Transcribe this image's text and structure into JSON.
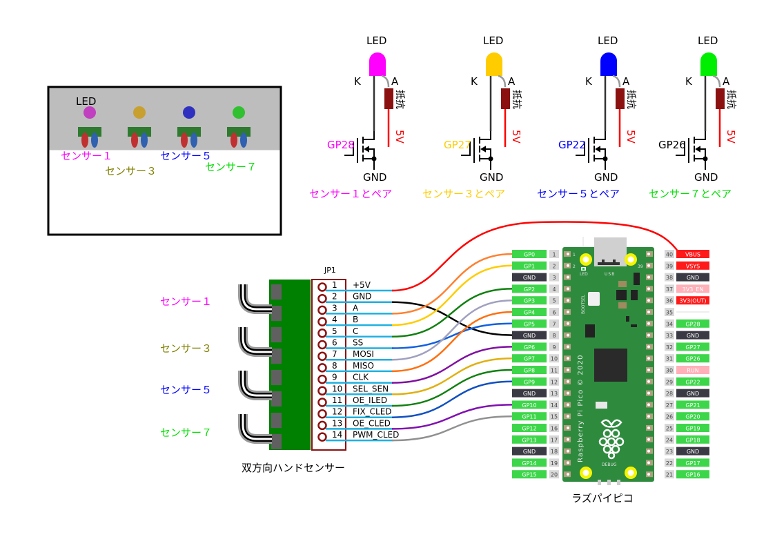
{
  "colors": {
    "magenta": "#ff00ff",
    "olive": "#808000",
    "blue": "#0000ff",
    "green": "#00e000",
    "yellow": "#ffcc00",
    "red": "#ff0000",
    "resistor": "#8b1010",
    "pcb": "#008000",
    "pico_board": "#2e8b3e",
    "pin_green": "#3dd64a",
    "pin_dark": "#3a3a44",
    "pin_red": "#ff1a1a",
    "pin_pink": "#ffb0b8",
    "jp_outline": "#8b1010",
    "trace_cyan": "#1fb0e0"
  },
  "overview": {
    "led_label": "LED",
    "leds": [
      {
        "color": "#c040c0"
      },
      {
        "color": "#c8a030"
      },
      {
        "color": "#3030c0"
      },
      {
        "color": "#30c030"
      }
    ],
    "sensor_labels": [
      {
        "text": "センサー１",
        "color": "#ff00ff"
      },
      {
        "text": "センサー３",
        "color": "#808000"
      },
      {
        "text": "センサー５",
        "color": "#0000ff"
      },
      {
        "text": "センサー７",
        "color": "#00e000"
      }
    ]
  },
  "led_circuits": [
    {
      "led_label": "LED",
      "k": "K",
      "a": "A",
      "resistor": "抵抗",
      "supply": "5V",
      "gnd": "GND",
      "gate": "GP28",
      "gate_color": "#ff00ff",
      "led_color": "#ff00ff",
      "pair": "センサー１とペア",
      "pair_color": "#ff00ff"
    },
    {
      "led_label": "LED",
      "k": "K",
      "a": "A",
      "resistor": "抵抗",
      "supply": "5V",
      "gnd": "GND",
      "gate": "GP27",
      "gate_color": "#ffcc00",
      "led_color": "#ffcc00",
      "pair": "センサー３とペア",
      "pair_color": "#ffcc00"
    },
    {
      "led_label": "LED",
      "k": "K",
      "a": "A",
      "resistor": "抵抗",
      "supply": "5V",
      "gnd": "GND",
      "gate": "GP22",
      "gate_color": "#0000ff",
      "led_color": "#0000ff",
      "pair": "センサー５とペア",
      "pair_color": "#0000ff"
    },
    {
      "led_label": "LED",
      "k": "K",
      "a": "A",
      "resistor": "抵抗",
      "supply": "5V",
      "gnd": "GND",
      "gate": "GP26",
      "gate_color": "#000000",
      "led_color": "#00ee00",
      "pair": "センサー７とペア",
      "pair_color": "#00e000"
    }
  ],
  "hand_sensor": {
    "title": "双方向ハンドセンサー",
    "sensor_labels": [
      {
        "text": "センサー１",
        "color": "#ff00ff"
      },
      {
        "text": "センサー３",
        "color": "#808000"
      },
      {
        "text": "センサー５",
        "color": "#0000ff"
      },
      {
        "text": "センサー７",
        "color": "#00e000"
      }
    ]
  },
  "connector": {
    "name": "JP1",
    "pins": [
      {
        "num": "1",
        "label": "+5V",
        "wire": "#ff0000",
        "to_pico": 40
      },
      {
        "num": "2",
        "label": "GND",
        "wire": "#000000",
        "to_pico": 8
      },
      {
        "num": "3",
        "label": "A",
        "wire": "#ff8030",
        "to_pico": 1
      },
      {
        "num": "4",
        "label": "B",
        "wire": "#ffcc00",
        "to_pico": 2
      },
      {
        "num": "5",
        "label": "C",
        "wire": "#108010",
        "to_pico": 4
      },
      {
        "num": "6",
        "label": "SS",
        "wire": "#1060e0",
        "to_pico": 7
      },
      {
        "num": "7",
        "label": "MOSI",
        "wire": "#a0a0c0",
        "to_pico": 5
      },
      {
        "num": "8",
        "label": "MISO",
        "wire": "#ff7010",
        "to_pico": 6
      },
      {
        "num": "9",
        "label": "CLK",
        "wire": "#8010a0",
        "to_pico": 9
      },
      {
        "num": "10",
        "label": "SEL_SEN",
        "wire": "#e0b010",
        "to_pico": 10
      },
      {
        "num": "11",
        "label": "OE_ILED",
        "wire": "#108010",
        "to_pico": 11
      },
      {
        "num": "12",
        "label": "FIX_CLED",
        "wire": "#1050c0",
        "to_pico": 12
      },
      {
        "num": "13",
        "label": "OE_CLED",
        "wire": "#8010b0",
        "to_pico": 14
      },
      {
        "num": "14",
        "label": "PWM_CLED",
        "wire": "#909090",
        "to_pico": 15
      }
    ]
  },
  "pico": {
    "title": "ラズパイピコ",
    "silk_text": "Raspberry Pi Pico © 2020",
    "usb_label": "USB",
    "led_label": "LED",
    "bootsel_label": "BOOTSEL",
    "debug_label": "DEBUG",
    "left_pins": [
      {
        "num": "1",
        "name": "GP0",
        "type": "gp"
      },
      {
        "num": "2",
        "name": "GP1",
        "type": "gp"
      },
      {
        "num": "3",
        "name": "GND",
        "type": "gnd"
      },
      {
        "num": "4",
        "name": "GP2",
        "type": "gp"
      },
      {
        "num": "5",
        "name": "GP3",
        "type": "gp"
      },
      {
        "num": "6",
        "name": "GP4",
        "type": "gp"
      },
      {
        "num": "7",
        "name": "GP5",
        "type": "gp"
      },
      {
        "num": "8",
        "name": "GND",
        "type": "gnd"
      },
      {
        "num": "9",
        "name": "GP6",
        "type": "gp"
      },
      {
        "num": "10",
        "name": "GP7",
        "type": "gp"
      },
      {
        "num": "11",
        "name": "GP8",
        "type": "gp"
      },
      {
        "num": "12",
        "name": "GP9",
        "type": "gp"
      },
      {
        "num": "13",
        "name": "GND",
        "type": "gnd"
      },
      {
        "num": "14",
        "name": "GP10",
        "type": "gp"
      },
      {
        "num": "15",
        "name": "GP11",
        "type": "gp"
      },
      {
        "num": "16",
        "name": "GP12",
        "type": "gp"
      },
      {
        "num": "17",
        "name": "GP13",
        "type": "gp"
      },
      {
        "num": "18",
        "name": "GND",
        "type": "gnd"
      },
      {
        "num": "19",
        "name": "GP14",
        "type": "gp"
      },
      {
        "num": "20",
        "name": "GP15",
        "type": "gp"
      }
    ],
    "right_pins": [
      {
        "num": "40",
        "name": "VBUS",
        "type": "pwr"
      },
      {
        "num": "39",
        "name": "VSYS",
        "type": "pwr"
      },
      {
        "num": "38",
        "name": "GND",
        "type": "gnd"
      },
      {
        "num": "37",
        "name": "3V3_EN",
        "type": "pink"
      },
      {
        "num": "36",
        "name": "3V3(OUT)",
        "type": "pwr"
      },
      {
        "num": "35",
        "name": "",
        "type": "none"
      },
      {
        "num": "34",
        "name": "GP28",
        "type": "gp"
      },
      {
        "num": "33",
        "name": "GND",
        "type": "gnd"
      },
      {
        "num": "32",
        "name": "GP27",
        "type": "gp"
      },
      {
        "num": "31",
        "name": "GP26",
        "type": "gp"
      },
      {
        "num": "30",
        "name": "RUN",
        "type": "pink"
      },
      {
        "num": "29",
        "name": "GP22",
        "type": "gp"
      },
      {
        "num": "28",
        "name": "GND",
        "type": "gnd"
      },
      {
        "num": "27",
        "name": "GP21",
        "type": "gp"
      },
      {
        "num": "26",
        "name": "GP20",
        "type": "gp"
      },
      {
        "num": "25",
        "name": "GP19",
        "type": "gp"
      },
      {
        "num": "24",
        "name": "GP18",
        "type": "gp"
      },
      {
        "num": "23",
        "name": "GND",
        "type": "gnd"
      },
      {
        "num": "22",
        "name": "GP17",
        "type": "gp"
      },
      {
        "num": "21",
        "name": "GP16",
        "type": "gp"
      }
    ]
  }
}
